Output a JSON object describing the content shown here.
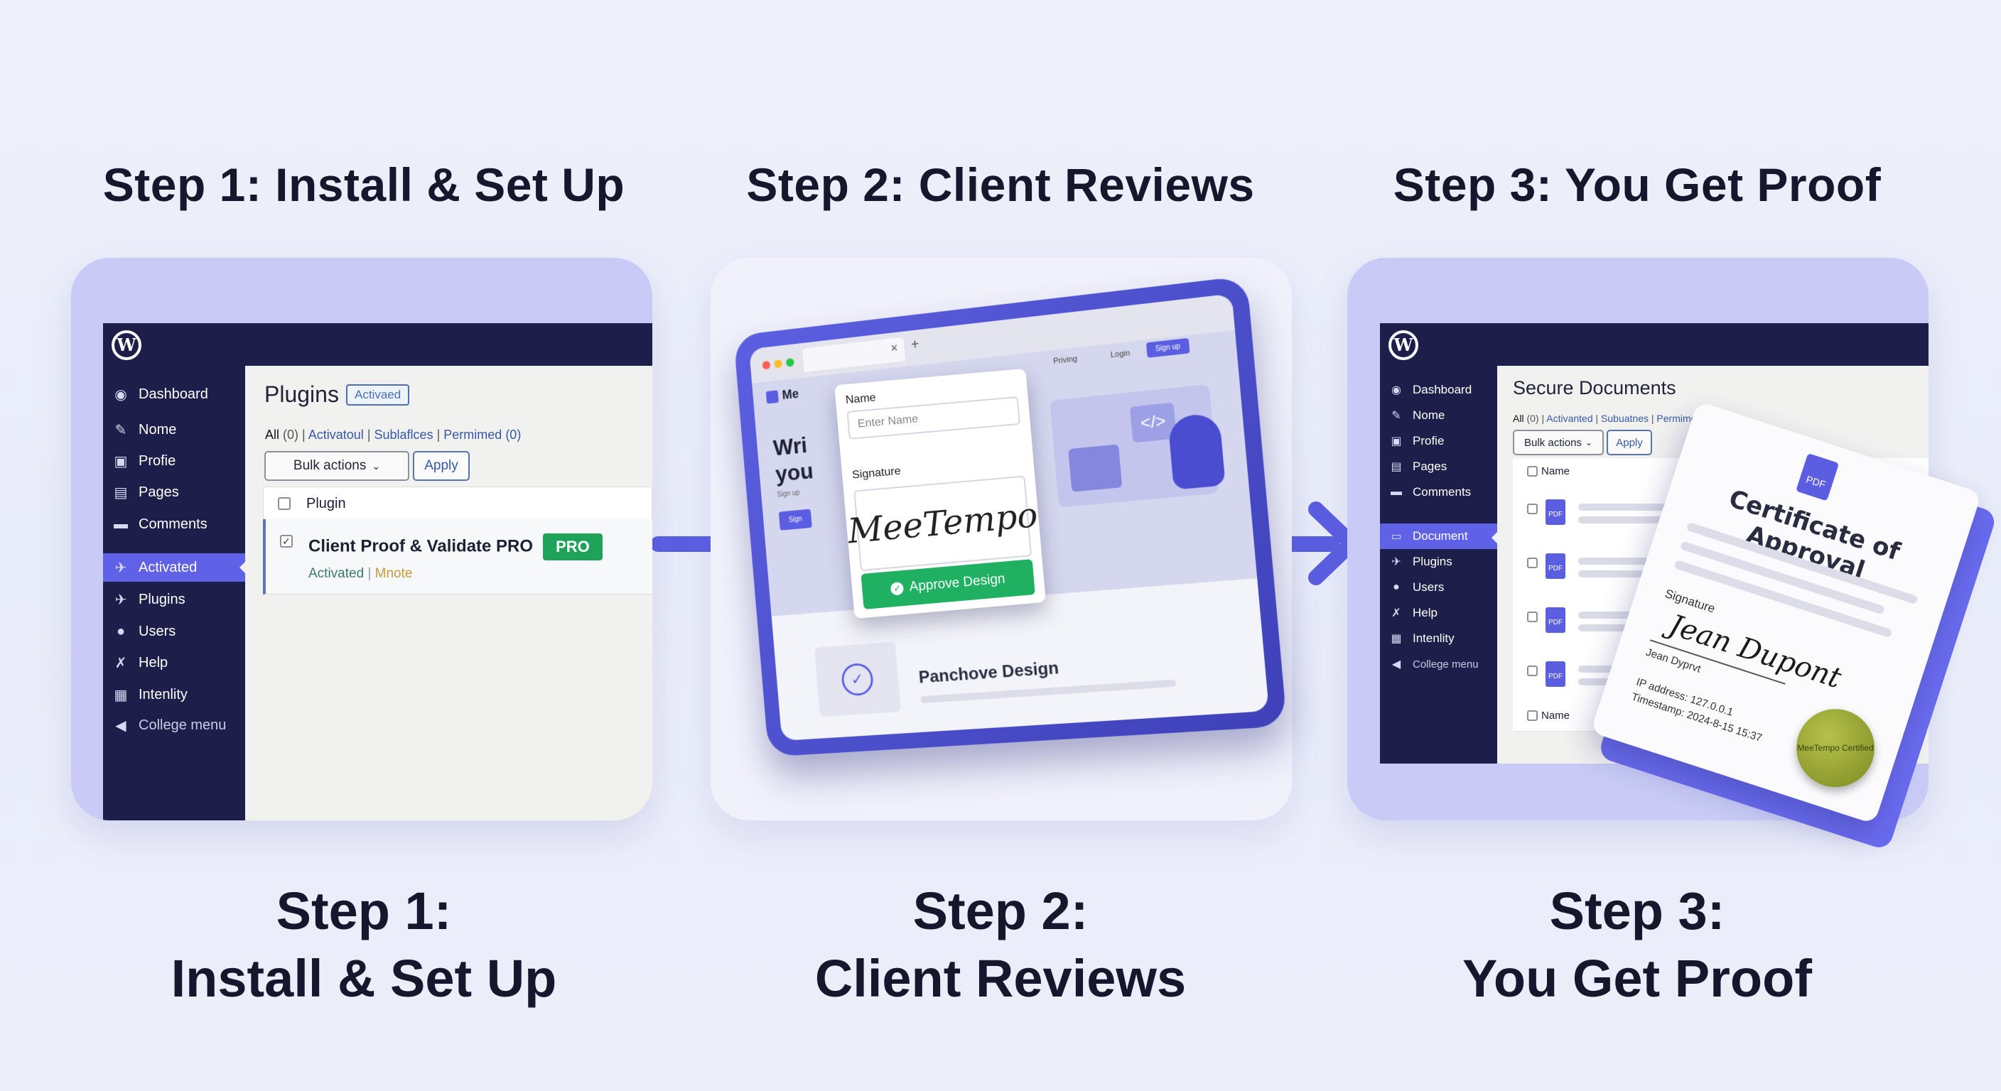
{
  "top_titles": [
    "Step 1: Install & Set Up",
    "Step 2: Client Reviews",
    "Step 3: You Get Proof"
  ],
  "bottom_titles": [
    {
      "line1": "Step 1:",
      "line2": "Install & Set Up"
    },
    {
      "line1": "Step 2:",
      "line2": "Client Reviews"
    },
    {
      "line1": "Step 3:",
      "line2": "You Get Proof"
    }
  ],
  "step1": {
    "logo": "W",
    "sidebar": [
      {
        "label": "Dashboard",
        "icon": "dashboard-icon",
        "glyph": "◉"
      },
      {
        "label": "Nome",
        "icon": "pin-icon",
        "glyph": "✎"
      },
      {
        "label": "Profie",
        "icon": "profile-icon",
        "glyph": "▣"
      },
      {
        "label": "Pages",
        "icon": "pages-icon",
        "glyph": "▤"
      },
      {
        "label": "Comments",
        "icon": "comments-icon",
        "glyph": "▬"
      },
      {
        "label": "Activated",
        "icon": "plugin-icon",
        "glyph": "✈"
      },
      {
        "label": "Plugins",
        "icon": "plugin-icon",
        "glyph": "✈"
      },
      {
        "label": "Users",
        "icon": "users-icon",
        "glyph": "●"
      },
      {
        "label": "Help",
        "icon": "wrench-icon",
        "glyph": "✗"
      },
      {
        "label": "Intenlity",
        "icon": "grid-icon",
        "glyph": "▦"
      },
      {
        "label": "College menu",
        "icon": "collapse-icon",
        "glyph": "◀"
      }
    ],
    "page_title": "Plugins",
    "badge": "Activaed",
    "filters": {
      "all": "All",
      "all_count": "(0)",
      "f2": "Activatoul",
      "f3": "Sublaflces",
      "f4": "Permimed (0)",
      "sep": "|"
    },
    "bulk": "Bulk actions",
    "apply": "Apply",
    "col_plugin": "Plugin",
    "plugin_name": "Client Proof & Validate PRO",
    "pro": "PRO",
    "status_activated": "Activated",
    "status_sep": "|",
    "status_mnote": "Mnote"
  },
  "step2": {
    "tab_close": "×",
    "tab_new": "+",
    "nav_pricing": "Priving",
    "nav_login": "Login",
    "nav_signup": "Sign up",
    "brand_short": "Me",
    "hero_text_1": "Wri",
    "hero_text_2": "you",
    "hero_sub": "Sign up ",
    "hero_btn": "Sign",
    "name_label": "Name",
    "name_placeholder": "Enter Name",
    "signature_label": "Signature",
    "signature_text": "MeeTempo",
    "approve": "Approve Design",
    "footer_title": "Panchove Design"
  },
  "step3": {
    "logo": "W",
    "sidebar": [
      {
        "label": "Dashboard",
        "icon": "dashboard-icon",
        "glyph": "◉"
      },
      {
        "label": "Nome",
        "icon": "pin-icon",
        "glyph": "✎"
      },
      {
        "label": "Profie",
        "icon": "profile-icon",
        "glyph": "▣"
      },
      {
        "label": "Pages",
        "icon": "pages-icon",
        "glyph": "▤"
      },
      {
        "label": "Comments",
        "icon": "comments-icon",
        "glyph": "▬"
      },
      {
        "label": "Document",
        "icon": "document-icon",
        "glyph": "▭"
      },
      {
        "label": "Plugins",
        "icon": "plugin-icon",
        "glyph": "✈"
      },
      {
        "label": "Users",
        "icon": "users-icon",
        "glyph": "●"
      },
      {
        "label": "Help",
        "icon": "wrench-icon",
        "glyph": "✗"
      },
      {
        "label": "Intenlity",
        "icon": "grid-icon",
        "glyph": "▦"
      },
      {
        "label": "College menu",
        "icon": "collapse-icon",
        "glyph": "◀"
      }
    ],
    "page_title": "Secure Documents",
    "filters": {
      "all": "All",
      "all_count": "(0)",
      "f2": "Activanted",
      "f3": "Subuatnes",
      "f4": "Permimed (0",
      "sep": "|"
    },
    "bulk": "Bulk actions",
    "apply": "Apply",
    "col_name": "Name",
    "pdf": "PDF",
    "cert_title": "Certificate of Approval",
    "cert_signature_label": "Signature",
    "cert_signature": "Jean Dupont",
    "cert_signer": "Jean Dyprvt",
    "cert_ip": "IP address: 127.0.0.1",
    "cert_timestamp": "Timestamp: 2024-8-15 15:37",
    "seal_text": "MeeTempo Certified"
  },
  "colors": {
    "accent": "#5b5ee0",
    "sidebar": "#1d1f4a",
    "green": "#1fb161",
    "card": "#c9cbf6"
  }
}
